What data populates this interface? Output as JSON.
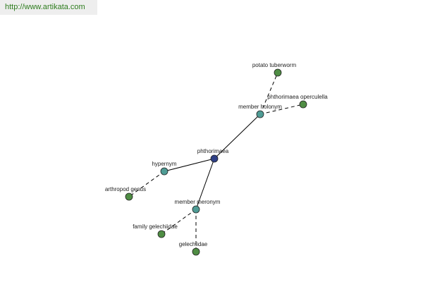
{
  "url": "http://www.artikata.com",
  "colors": {
    "center": "#2e3f86",
    "relation": "#4f9c95",
    "term": "#4f8d44",
    "node_stroke": "#222222",
    "edge": "#000000",
    "banner_text": "#2e7d1e"
  },
  "graph": {
    "nodes": [
      {
        "id": "phthorimaea",
        "label": "phthorimaea",
        "kind": "center"
      },
      {
        "id": "member-holonym",
        "label": "member holonym",
        "kind": "relation"
      },
      {
        "id": "hypernym",
        "label": "hypernym",
        "kind": "relation"
      },
      {
        "id": "member-meronym",
        "label": "member meronym",
        "kind": "relation"
      },
      {
        "id": "potato-tuberworm",
        "label": "potato tuberworm",
        "kind": "term"
      },
      {
        "id": "phthorimaea-operculella",
        "label": "phthorimaea operculella",
        "kind": "term"
      },
      {
        "id": "arthropod-genus",
        "label": "arthropod genus",
        "kind": "term"
      },
      {
        "id": "family-gelechiidae",
        "label": "family gelechiidae",
        "kind": "term"
      },
      {
        "id": "gelechiidae",
        "label": "gelechiidae",
        "kind": "term"
      }
    ],
    "edges": [
      {
        "from": "phthorimaea",
        "to": "member-holonym",
        "style": "solid"
      },
      {
        "from": "phthorimaea",
        "to": "hypernym",
        "style": "solid"
      },
      {
        "from": "phthorimaea",
        "to": "member-meronym",
        "style": "solid"
      },
      {
        "from": "member-holonym",
        "to": "potato-tuberworm",
        "style": "dashed"
      },
      {
        "from": "member-holonym",
        "to": "phthorimaea-operculella",
        "style": "dashed"
      },
      {
        "from": "hypernym",
        "to": "arthropod-genus",
        "style": "dashed"
      },
      {
        "from": "member-meronym",
        "to": "family-gelechiidae",
        "style": "dashed"
      },
      {
        "from": "member-meronym",
        "to": "gelechiidae",
        "style": "dashed"
      }
    ]
  }
}
